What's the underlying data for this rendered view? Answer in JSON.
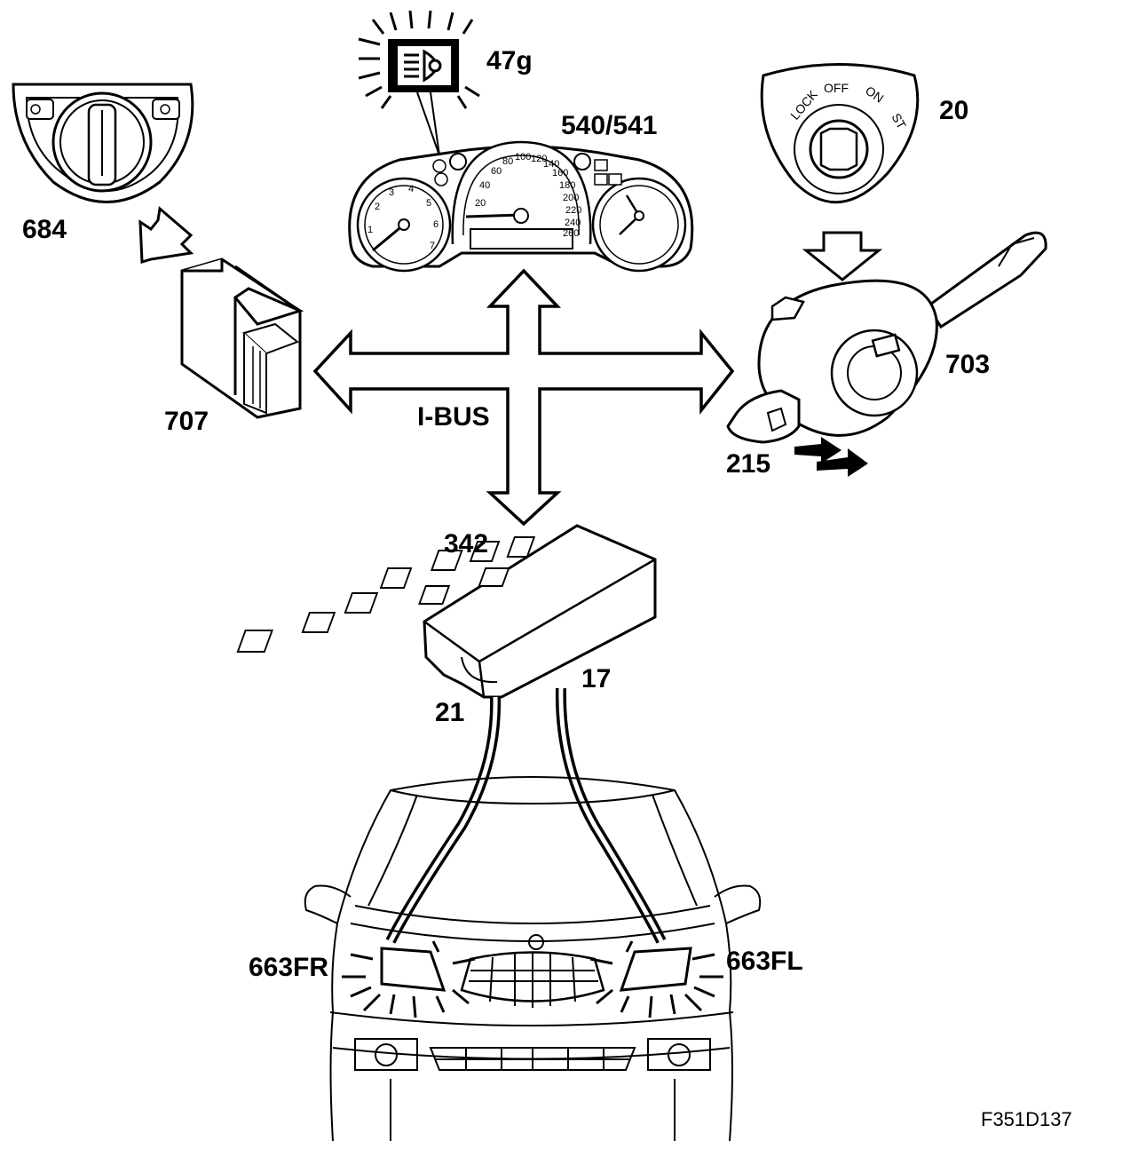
{
  "labels": {
    "light_switch": "684",
    "bcm": "707",
    "lamp_symbol": "47g",
    "instrument_cluster": "540/541",
    "ignition": "20",
    "stalk": "703",
    "stalk_knob": "215",
    "bus": "I-BUS",
    "fuse_box": "342",
    "wire_21": "21",
    "wire_17": "17",
    "headlamp_right": "663FR",
    "headlamp_left": "663FL",
    "figure_id": "F351D137"
  },
  "ignition_positions": [
    "LOCK",
    "OFF",
    "ON",
    "ST"
  ],
  "speedo_ticks": [
    "20",
    "40",
    "60",
    "80",
    "100",
    "120",
    "140",
    "160",
    "180",
    "200",
    "220",
    "240",
    "260"
  ],
  "tacho_ticks": [
    "1",
    "2",
    "3",
    "4",
    "5",
    "6",
    "7"
  ],
  "icons": [
    "headlamp-icon",
    "fog-lamp-icon",
    "arrow-icon"
  ]
}
